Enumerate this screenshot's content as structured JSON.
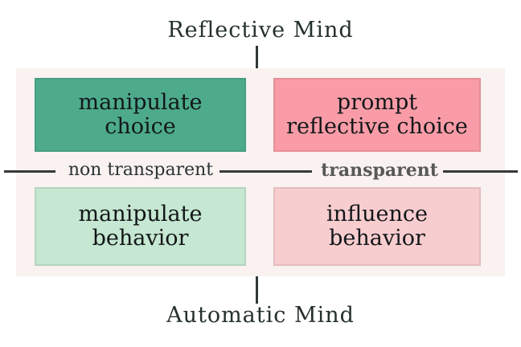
{
  "diagram": {
    "top_axis_label": "Reflective Mind",
    "bottom_axis_label": "Automatic Mind",
    "left_axis_label": "non transparent",
    "right_axis_label": "transparent",
    "colors": {
      "panel_bg": "#f9f2f0",
      "axis_line": "#383838",
      "vertical_line": "#30383a",
      "title_text": "#25302f",
      "left_label_text": "#2c3335",
      "right_label_text": "#585858",
      "quadrant_text": "#131719"
    },
    "quadrants": [
      {
        "position": "top-left",
        "line1": "manipulate",
        "line2": "choice",
        "bg": "#4dab8c"
      },
      {
        "position": "top-right",
        "line1": "prompt",
        "line2": "reflective choice",
        "bg": "#f99ca7"
      },
      {
        "position": "bottom-left",
        "line1": "manipulate",
        "line2": "behavior",
        "bg": "#c6e7d1"
      },
      {
        "position": "bottom-right",
        "line1": "influence",
        "line2": "behavior",
        "bg": "#f8cdd0"
      }
    ]
  }
}
